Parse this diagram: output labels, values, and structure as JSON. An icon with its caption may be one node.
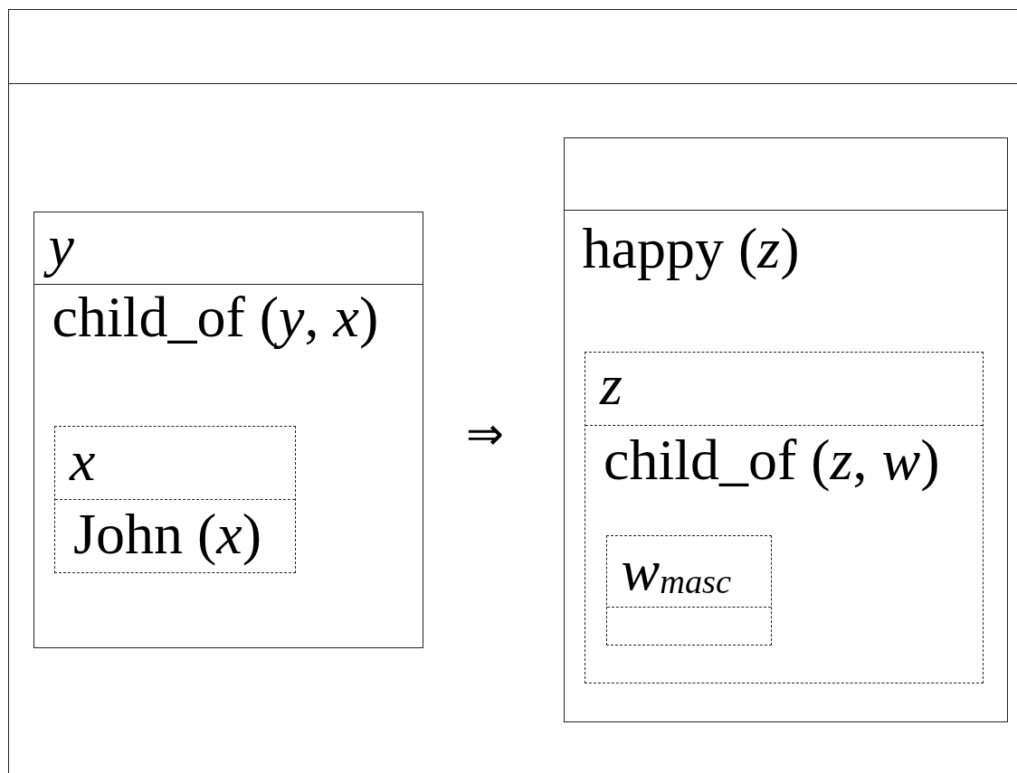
{
  "diagram": {
    "nodes": [
      {
        "text": [],
        "shape": "box"
      },
      {
        "text": [
          "y",
          "child_of (*y*, *x*)"
        ],
        "in": 0
      },
      {
        "text": [
          "x",
          "John (*x*)"
        ],
        "in": 1
      },
      {
        "text": [
          "happy (*z*)"
        ],
        "in": 0
      },
      {
        "text": [
          "z",
          "child_of (*z*, *w*)"
        ],
        "in": 3
      },
      {
        "text": [
          "w$_{masc}$"
        ],
        "in": 4
      }
    ],
    "edges": [],
    "labels": [
      "⇒"
    ]
  }
}
